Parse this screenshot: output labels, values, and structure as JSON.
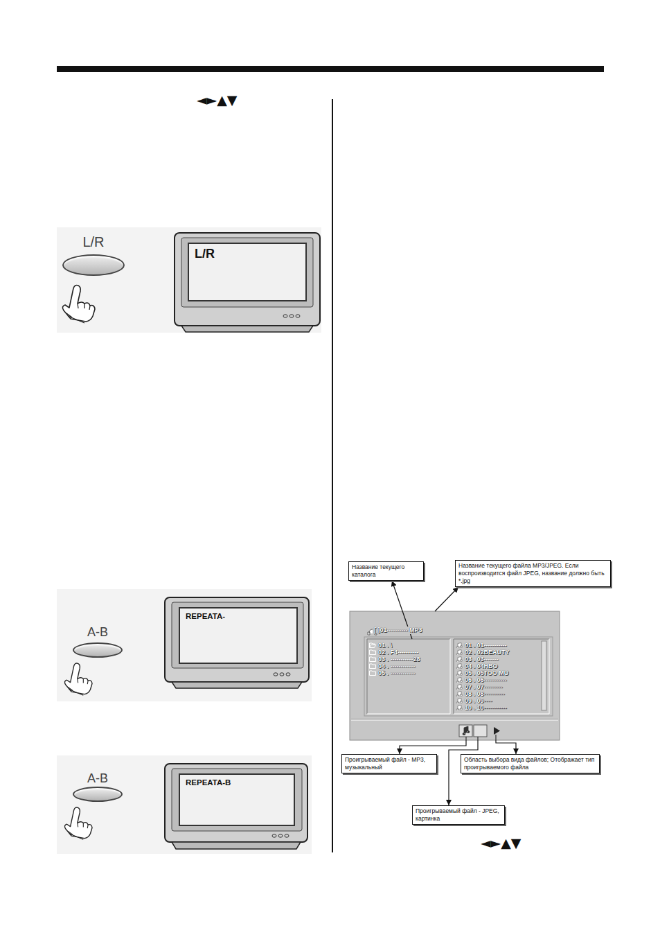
{
  "diagram": {
    "nodes": [
      {
        "text": [
          "L/R"
        ]
      },
      {
        "text": [
          "L/R"
        ]
      },
      {
        "text": [
          "A-B"
        ]
      },
      {
        "text": [
          "REPEATA-"
        ]
      },
      {
        "text": [
          "A-B"
        ]
      },
      {
        "text": [
          "REPEATA-B"
        ]
      },
      {
        "text": [
          "Название текущего каталога"
        ]
      },
      {
        "text": [
          "Название текущего файла MP3/JPEG. Если воспроизводится файл JPEG, название должно быть *.jpg"
        ]
      },
      {
        "text": [
          "[ ]01---------- MP3"
        ]
      },
      {
        "text": [
          "01 . \\",
          "02 . F4----------",
          "03 . -----------28",
          "04 . ------------",
          "05 . ------------"
        ],
        "in": 8
      },
      {
        "text": [
          "01 . 01-----------",
          "02 . 02BEAUTY",
          "03 . 03-------",
          "04 . 04HBO",
          "05 . 05TOO MU",
          "06 . 06-----------",
          "07 . 07---------",
          "08 . 08----------",
          "09 . 09----",
          "10 . 10-----------"
        ],
        "in": 8
      },
      {
        "text": [
          "Проигрываемый файл - MP3, музыкальный"
        ]
      },
      {
        "text": [
          "Область выбора вида файлов; Отображает тип проигрываемого файла"
        ]
      },
      {
        "text": [
          "Проигрываемый файл - JPEG, картинка"
        ]
      }
    ],
    "edges": [
      {
        "from": 9,
        "to": 6,
        "arrow": "to"
      },
      {
        "from": 8,
        "to": 7,
        "arrow": "to"
      },
      {
        "from": 8,
        "to": 11,
        "arrow": "to"
      },
      {
        "from": 8,
        "to": 12,
        "arrow": "to"
      },
      {
        "from": 8,
        "to": 13,
        "arrow": "to"
      }
    ],
    "labels": [
      "◄►▲▼",
      "◄►▲▼"
    ]
  }
}
